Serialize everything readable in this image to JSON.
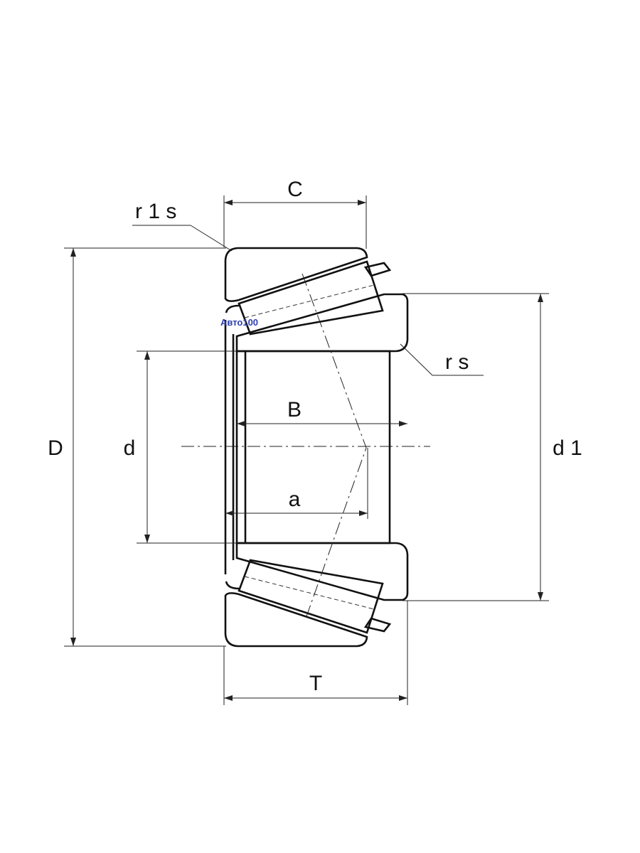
{
  "diagram": {
    "labels": {
      "C": "C",
      "r1s": "r 1 s",
      "rs": "r s",
      "B": "B",
      "a": "a",
      "D": "D",
      "d": "d",
      "d1": "d 1",
      "T": "T"
    },
    "watermark": "Авто100",
    "colors": {
      "line": "#111111",
      "watermark": "#2d3fb0"
    }
  }
}
